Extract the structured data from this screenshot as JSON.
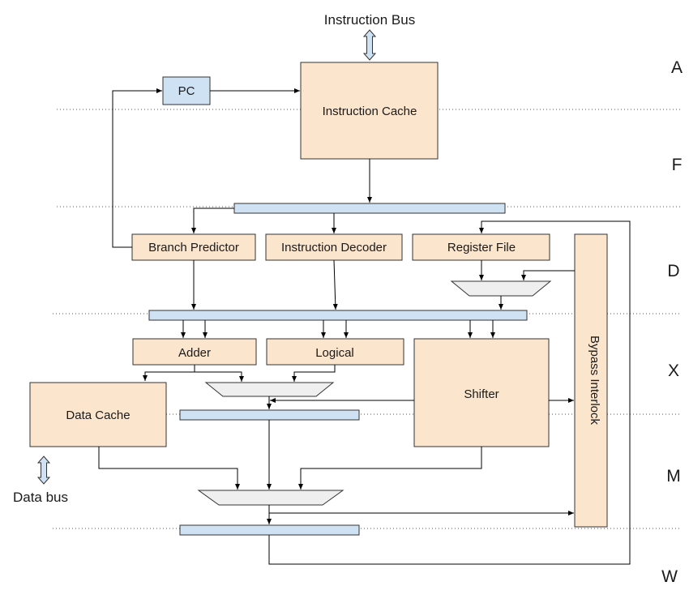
{
  "buses": {
    "instruction_bus": "Instruction Bus",
    "data_bus": "Data bus"
  },
  "components": {
    "pc": "PC",
    "instruction_cache": "Instruction Cache",
    "branch_predictor": "Branch Predictor",
    "instruction_decoder": "Instruction Decoder",
    "register_file": "Register File",
    "bypass_interlock": "Bypass Interlock",
    "adder": "Adder",
    "logical": "Logical",
    "shifter": "Shifter",
    "data_cache": "Data Cache"
  },
  "stages": [
    "A",
    "F",
    "D",
    "X",
    "M",
    "W"
  ],
  "colors": {
    "component_fill": "#fce5cd",
    "latch_fill": "#cfe2f3",
    "mux_fill": "#efefef"
  }
}
